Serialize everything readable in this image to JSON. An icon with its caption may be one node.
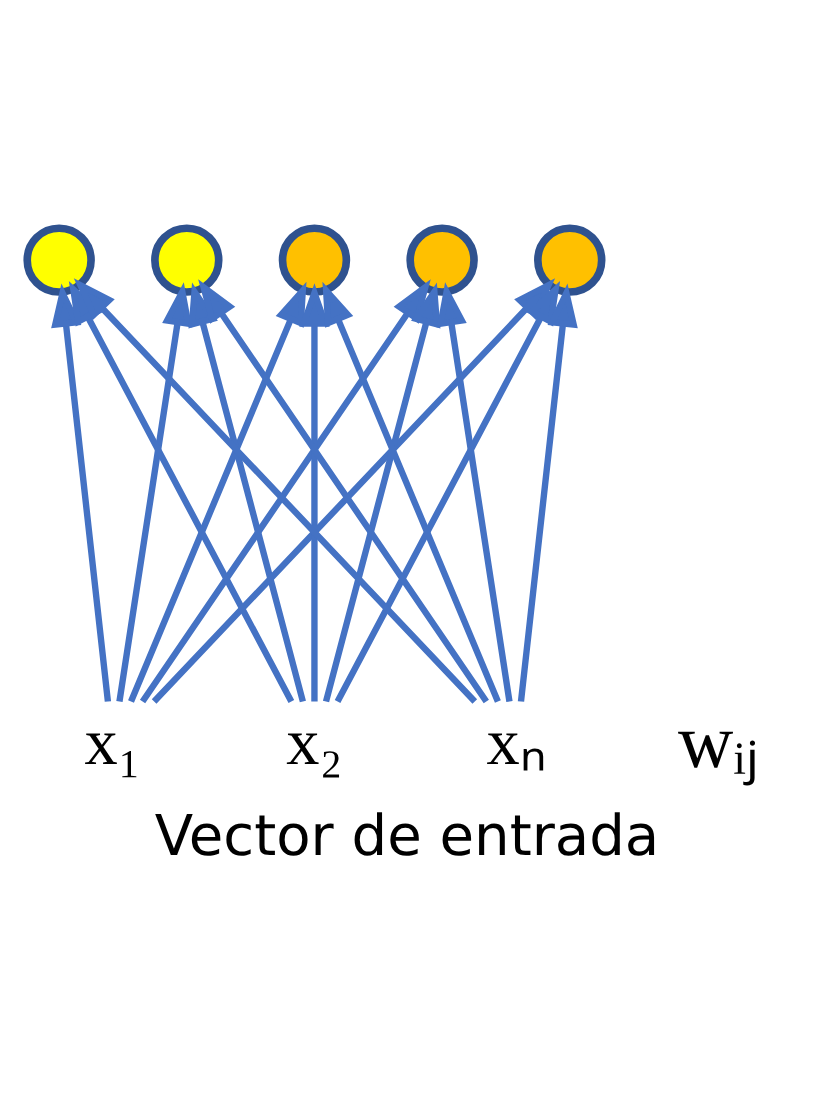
{
  "diagram": {
    "caption": "Vector de entrada",
    "nodes": [
      {
        "text": [],
        "shape": "circle"
      },
      {
        "text": [],
        "shape": "circle"
      },
      {
        "text": [],
        "shape": "circle"
      },
      {
        "text": [],
        "shape": "circle"
      },
      {
        "text": [],
        "shape": "circle"
      },
      {
        "text": [
          "x₁"
        ]
      },
      {
        "text": [
          "x₂"
        ]
      },
      {
        "text": [
          "xₙ"
        ]
      }
    ],
    "edges": [
      {
        "from": 5,
        "to": 0,
        "arrow": "to"
      },
      {
        "from": 5,
        "to": 1,
        "arrow": "to"
      },
      {
        "from": 5,
        "to": 2,
        "arrow": "to"
      },
      {
        "from": 5,
        "to": 3,
        "arrow": "to"
      },
      {
        "from": 5,
        "to": 4,
        "arrow": "to"
      },
      {
        "from": 6,
        "to": 0,
        "arrow": "to"
      },
      {
        "from": 6,
        "to": 1,
        "arrow": "to"
      },
      {
        "from": 6,
        "to": 2,
        "arrow": "to"
      },
      {
        "from": 6,
        "to": 3,
        "arrow": "to"
      },
      {
        "from": 6,
        "to": 4,
        "arrow": "to"
      },
      {
        "from": 7,
        "to": 0,
        "arrow": "to"
      },
      {
        "from": 7,
        "to": 1,
        "arrow": "to"
      },
      {
        "from": 7,
        "to": 2,
        "arrow": "to"
      },
      {
        "from": 7,
        "to": 3,
        "arrow": "to"
      },
      {
        "from": 7,
        "to": 4,
        "arrow": "to"
      }
    ],
    "labels": [
      "wᵢⱼ"
    ]
  }
}
